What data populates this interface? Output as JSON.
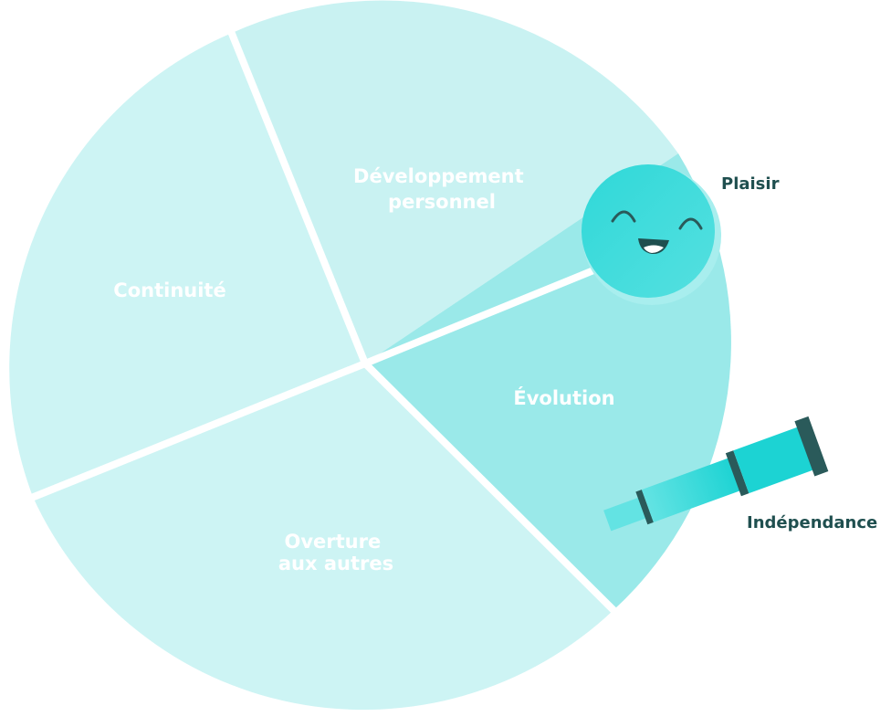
{
  "segments": [
    {
      "id": "developpement",
      "lines": [
        "Développement",
        "personnel"
      ],
      "color": "#c9f2f2"
    },
    {
      "id": "evolution",
      "lines": [
        "Évolution"
      ],
      "color": "#9ae9e9"
    },
    {
      "id": "overture",
      "lines": [
        "Overture",
        "aux autres"
      ],
      "color": "#cdf4f4"
    },
    {
      "id": "continuite",
      "lines": [
        "Continuité"
      ],
      "color": "#cdf4f4"
    }
  ],
  "badges": {
    "plaisir": {
      "label": "Plaisir",
      "icon": "smiley-face-icon",
      "color": "#25d3d3"
    },
    "independance": {
      "label": "Indépendance",
      "icon": "telescope-icon",
      "color": "#25d3d3"
    }
  },
  "colors": {
    "divider": "#ffffff",
    "accent_dark": "#2a5a5a",
    "label_dark": "#1f4f4f"
  }
}
